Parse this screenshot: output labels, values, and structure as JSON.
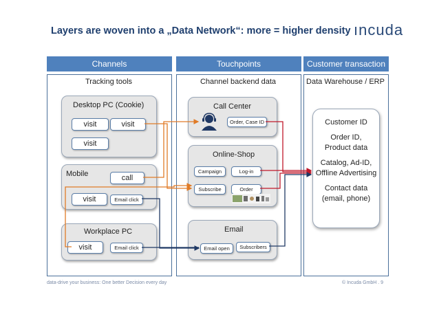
{
  "title": "Layers are woven into a „Data Network“: more = higher density",
  "logo": "ıncuda",
  "columns": [
    {
      "header": "Channels",
      "subtitle": "Tracking tools"
    },
    {
      "header": "Touchpoints",
      "subtitle": "Channel backend data"
    },
    {
      "header": "Customer transaction",
      "subtitle": "Data Warehouse / ERP"
    }
  ],
  "channels": {
    "desktop": {
      "label": "Desktop PC (Cookie)",
      "visit1": "visit",
      "visit2": "visit",
      "visit3": "visit"
    },
    "mobile": {
      "label": "Mobile",
      "call": "call",
      "visit": "visit",
      "email_click": "Email click"
    },
    "workplace": {
      "label": "Workplace PC",
      "visit": "visit",
      "email_click": "Email click"
    }
  },
  "touchpoints": {
    "call_center": {
      "label": "Call Center",
      "order_case": "Order, Case ID"
    },
    "online_shop": {
      "label": "Online-Shop",
      "campaign": "Campaign",
      "login": "Log-in",
      "subscribe": "Subscribe",
      "order": "Order"
    },
    "email": {
      "label": "Email",
      "email_open": "Email open",
      "subscribers": "Subscribers"
    }
  },
  "customer": {
    "lines": [
      "Customer ID",
      "",
      "Order ID,",
      "Product data",
      "",
      "Catalog, Ad-ID,",
      "Offline Advertising",
      "",
      "Contact data",
      "(email, phone)"
    ]
  },
  "footer": {
    "left": "data-drive your business: One better Decision every day",
    "right": "© Incuda GmbH . 9"
  },
  "colors": {
    "header": "#4f81bd",
    "title": "#1f3f6e",
    "orange": "#e07b27",
    "red": "#c0182a",
    "navy": "#1f3864"
  }
}
